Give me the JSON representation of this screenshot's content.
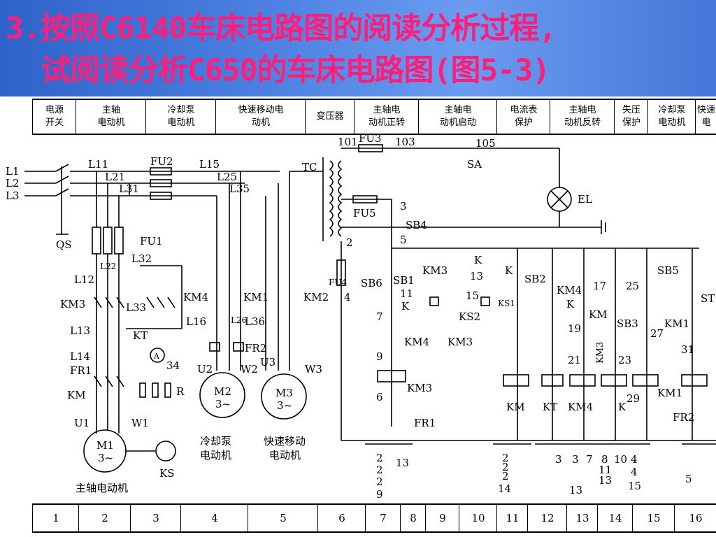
{
  "title": {
    "line1": "3.按照C6140车床电路图的阅读分析过程,",
    "line2": "试阅读分析C650的车床电路图(图5-3)"
  },
  "header_cells": [
    "电源\n开关",
    "主轴\n电动机",
    "冷却泵\n电动机",
    "快速移动电\n动机",
    "变压器",
    "主轴电\n动机正转",
    "主轴电\n动机启动",
    "电流表\n保护",
    "主轴电\n动机反转",
    "失压\n保护",
    "冷却泵\n电动机",
    "快速\n电"
  ],
  "footer_cells": [
    "1",
    "2",
    "3",
    "4",
    "5",
    "6",
    "7",
    "8",
    "9",
    "10",
    "11",
    "12",
    "13",
    "14",
    "15",
    "16"
  ],
  "labels": {
    "L1": "L1",
    "L2": "L2",
    "L3": "L3",
    "QS": "QS",
    "L11": "L11",
    "L21": "L21",
    "L31": "L31",
    "FU1": "FU1",
    "FU2": "FU2",
    "L15": "L15",
    "L25": "L25",
    "L35": "L35",
    "L22": "L22",
    "L32": "L32",
    "L12": "L12",
    "KM3a": "KM3",
    "L33": "L33",
    "L13": "L13",
    "KT": "KT",
    "L14": "L14",
    "FR1a": "FR1",
    "KMa": "KM",
    "U1": "U1",
    "W1": "W1",
    "R": "R",
    "n34": "34",
    "A": "A",
    "M1": "M1",
    "M1p": "3~",
    "KS": "KS",
    "spindle": "主轴电动机",
    "KM4a": "KM4",
    "KM1a": "KM1",
    "KM2a": "KM2",
    "n4a": "4",
    "L16": "L16",
    "L26": "L26",
    "L36": "L36",
    "FR2a": "FR2",
    "U2": "U2",
    "W2": "W2",
    "U3": "U3",
    "W3": "W3",
    "M2": "M2",
    "M2p": "3~",
    "M3": "M3",
    "M3p": "3~",
    "coolant1": "冷却泵",
    "coolant2": "电动机",
    "rapid1": "快速移动",
    "rapid2": "电动机",
    "TC": "TC",
    "n101": "101",
    "FU3": "FU3",
    "n103": "103",
    "n105": "105",
    "SA": "SA",
    "EL": "EL",
    "FU5": "FU5",
    "n3": "3",
    "SB4": "SB4",
    "n5": "5",
    "n2": "2",
    "FU4": "FU4",
    "SB6": "SB6",
    "SB1": "SB1",
    "KM3b": "KM3",
    "K1": "K",
    "n13": "13",
    "K2": "K",
    "SB2": "SB2",
    "KM4b": "KM4",
    "n17": "17",
    "n25": "25",
    "SB5": "SB5",
    "ST": "ST",
    "n11": "11",
    "K3": "K",
    "n15": "15",
    "KS1": "KS1",
    "KS2": "KS2",
    "K4": "K",
    "KM5": "KM",
    "n7": "7",
    "n19": "19",
    "KM3c": "KM3",
    "SB3": "SB3",
    "KM1b": "KM1",
    "n27": "27",
    "KM4c": "KM4",
    "KM3d": "KM3",
    "n9": "9",
    "n21": "21",
    "n23": "23",
    "n31": "31",
    "KM3e": "KM3",
    "n6": "6",
    "KM6": "KM",
    "KT2": "KT",
    "KM4d": "KM4",
    "K5": "K",
    "n29": "29",
    "KM1c": "KM1",
    "FR1b": "FR1",
    "FR2b": "FR2",
    "c7a": "2",
    "c7b": "2",
    "c7c": "2",
    "c7d": "9",
    "c7e": "13",
    "c11a": "2",
    "c11b": "2",
    "c11c": "2",
    "c11d": "14",
    "c13a": "3",
    "c13b": "3",
    "c13c": "13",
    "c13d": "7",
    "c13e": "8",
    "c13f": "11",
    "c13g": "13",
    "c14a": "10",
    "c15a": "4",
    "c15b": "4",
    "c15c": "15",
    "c16a": "5"
  },
  "colors": {
    "title_text": "#ff1f7a",
    "title_band": "#4a7fe0",
    "ink": "#000000"
  }
}
